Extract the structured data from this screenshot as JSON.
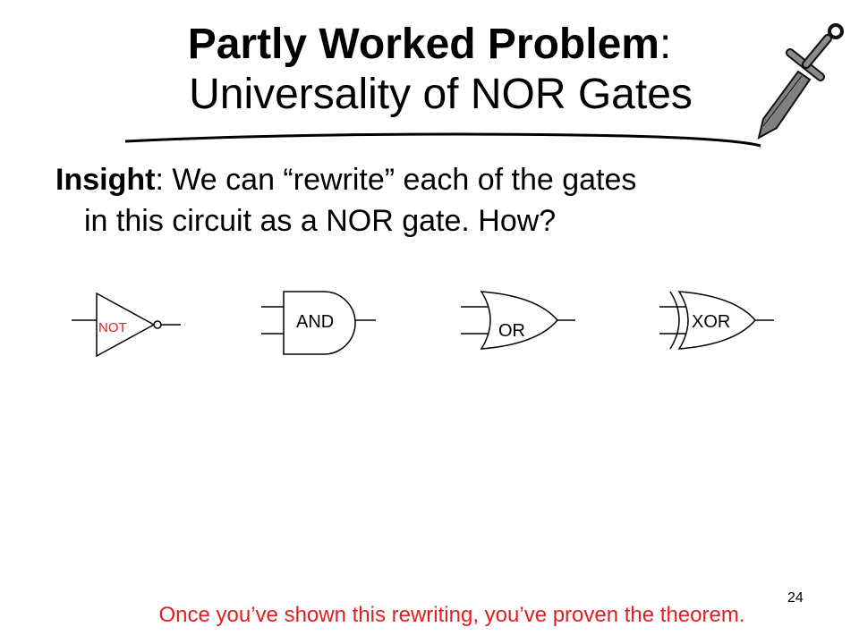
{
  "title": {
    "line1_bold": "Partly Worked Problem",
    "line1_colon": ":",
    "line2": "Universality of NOR Gates"
  },
  "insight": {
    "label": "Insight",
    "text1": ": We can “rewrite” each of the gates",
    "text2": "in this circuit as a NOR gate.  How?"
  },
  "gates": {
    "not_label": "NOT",
    "and_label": "AND",
    "or_label": "OR",
    "xor_label": "XOR"
  },
  "footer": {
    "note": "Once you’ve shown this rewriting, you’ve proven the theorem.",
    "page_number": "24"
  },
  "colors": {
    "text": "#000000",
    "note": "#e02020",
    "gate_stroke": "#000000",
    "gate_label_red": "#e02020",
    "sword_fill": "#808080",
    "sword_outline": "#111111"
  },
  "icons": {
    "decoration": "sword-icon"
  }
}
